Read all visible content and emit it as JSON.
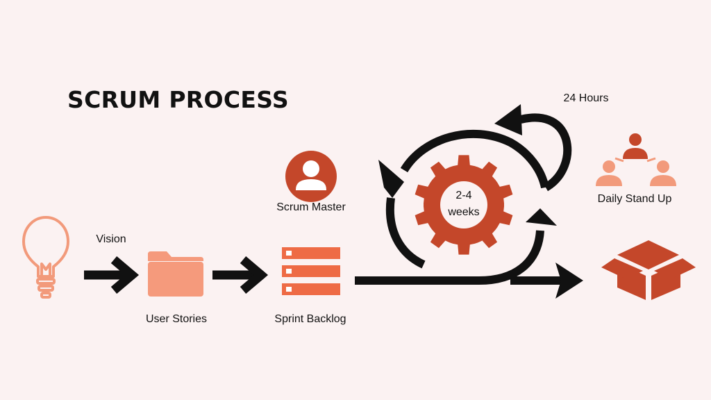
{
  "title": "SCRUM PROCESS",
  "labels": {
    "vision": "Vision",
    "user_stories": "User Stories",
    "sprint_backlog": "Sprint Backlog",
    "scrum_master": "Scrum Master",
    "daily_stand_up": "Daily Stand Up",
    "hours": "24 Hours",
    "sprint_length_top": "2-4",
    "sprint_length_bottom": "weeks"
  },
  "colors": {
    "background": "#FBF2F2",
    "accent": "#C4472A",
    "light_accent": "#F29A7B",
    "backlog": "#EE6B45",
    "ink": "#111111"
  },
  "icons": [
    "lightbulb-icon",
    "folder-icon",
    "backlog-list-icon",
    "person-avatar-icon",
    "gear-icon",
    "team-icon",
    "box-icon",
    "cycle-arrow-icon"
  ]
}
